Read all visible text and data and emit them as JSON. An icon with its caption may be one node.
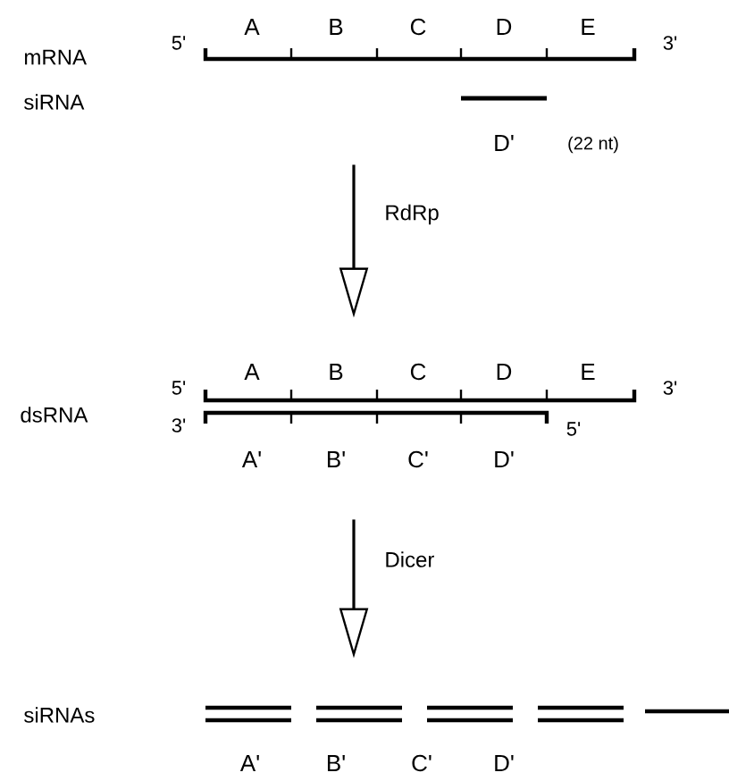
{
  "diagram": {
    "nodes": [
      {
        "text": [],
        "shape": "bar"
      },
      {
        "text": [],
        "shape": "bar",
        "beside": [
          "D'",
          "(22 nt)"
        ]
      },
      {
        "text": [],
        "shape": "bar"
      },
      {
        "text": [],
        "shape": "bar"
      },
      {
        "text": [],
        "shape": "bar"
      },
      {
        "text": [],
        "shape": "bar"
      },
      {
        "text": [],
        "shape": "bar"
      },
      {
        "text": [],
        "shape": "bar"
      }
    ],
    "edges": [
      {
        "from": 0,
        "to": 2,
        "arrow": "to",
        "label": "RdRp"
      },
      {
        "from": 2,
        "to": 4,
        "arrow": "to",
        "label": "Dicer"
      }
    ],
    "labels": [
      "mRNA",
      "5'",
      "A",
      "B",
      "C",
      "D",
      "E",
      "3'",
      "siRNA",
      "dsRNA",
      "5'",
      "A",
      "B",
      "C",
      "D",
      "E",
      "3'",
      "3'",
      "5'",
      "A'",
      "B'",
      "C'",
      "D'",
      "siRNAs",
      "A'",
      "B'",
      "C'",
      "D'"
    ]
  }
}
